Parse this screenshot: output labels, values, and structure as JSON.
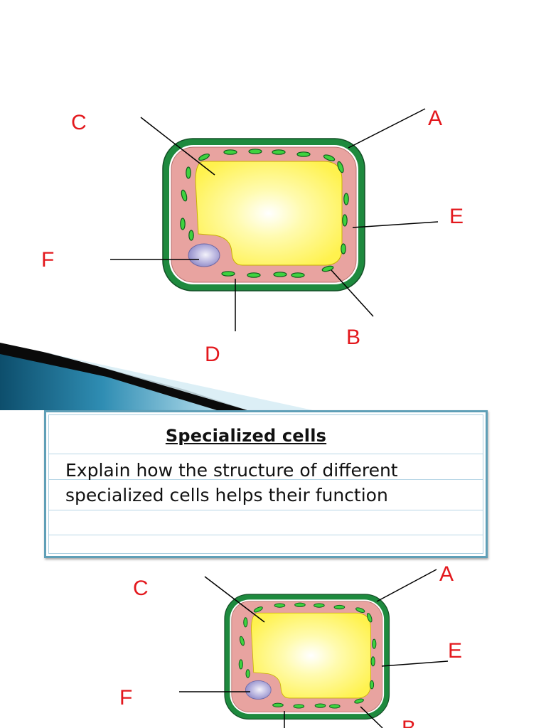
{
  "top_diagram": {
    "labels": {
      "A": "A",
      "B": "B",
      "C": "C",
      "D": "D",
      "E": "E",
      "F": "F"
    }
  },
  "card": {
    "title": "Specialized cells",
    "body_line_1": "Explain how the structure of different",
    "body_line_2": "specialized cells helps their function"
  },
  "bottom_diagram": {
    "labels": {
      "A": "A",
      "B": "B",
      "C": "C",
      "E": "E",
      "F": "F"
    }
  },
  "colors": {
    "label_red": "#e3181d",
    "cell_wall_green": "#1e8a3e",
    "cytoplasm_pink": "#e8a3a0",
    "vacuole_yellow": "#fff35a",
    "chloroplast_green": "#3fd23f",
    "nucleus_lilac": "#9d98cf",
    "card_border_blue": "#5f9fb7"
  }
}
